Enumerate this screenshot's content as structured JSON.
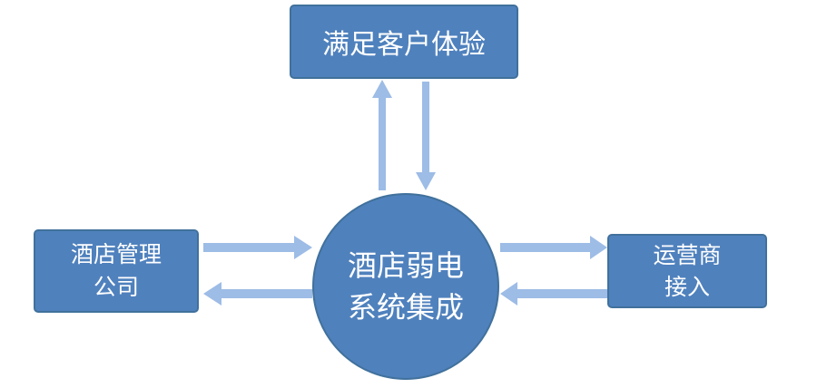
{
  "colors": {
    "node_fill": "#4f81bd",
    "node_border": "#41719c",
    "arrow": "#9dbce6",
    "text": "#ffffff"
  },
  "nodes": {
    "top": {
      "label": "满足客户体验"
    },
    "left": {
      "line1": "酒店管理",
      "line2": "公司"
    },
    "right": {
      "line1": "运营商",
      "line2": "接入"
    },
    "center": {
      "line1": "酒店弱电",
      "line2": "系统集成"
    }
  }
}
